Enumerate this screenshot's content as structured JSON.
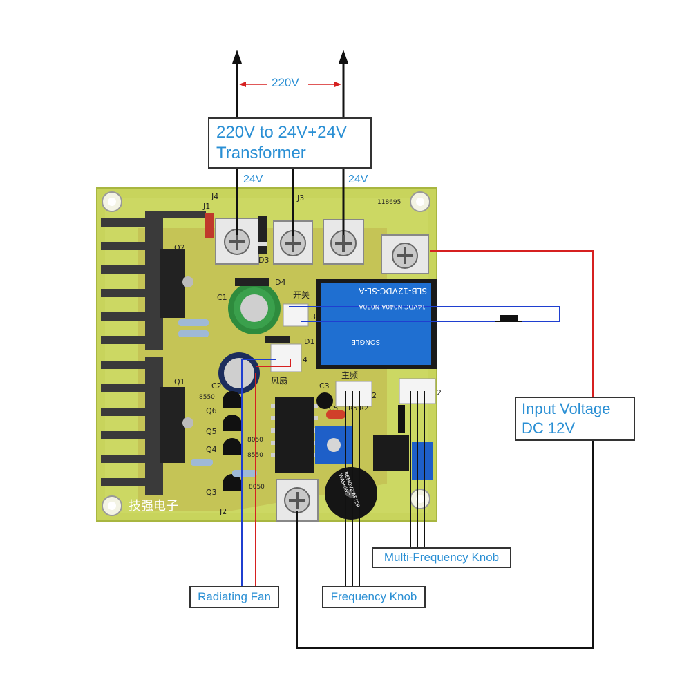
{
  "colors": {
    "accent_text": "#2a8fd4",
    "wire_red": "#d62020",
    "wire_blue": "#1f3fd0",
    "pcb": "#c9d65a",
    "heatsink": "#3a3a3a"
  },
  "top_voltage": "220V",
  "transformer": {
    "line1": "220V to 24V+24V",
    "line2": "Transformer"
  },
  "tap_left": "24V",
  "tap_right": "24V",
  "input_voltage": {
    "line1": "Input Voltage",
    "line2": "DC 12V"
  },
  "labels": {
    "multi_frequency_knob": "Multi-Frequency Knob",
    "radiating_fan": "Radiating Fan",
    "frequency_knob": "Frequency Knob"
  },
  "board": {
    "relay_line1": "SLB-12VDC-SL-A",
    "relay_line2": "14VDC  N040A  N030A",
    "relay_brand": "SONGLE",
    "brand": "技强电子",
    "switch": "开关",
    "fan": "风扇",
    "main_freq": "主频",
    "id": "118695",
    "refs": [
      "J1",
      "J2",
      "J3",
      "J4",
      "D1",
      "D3",
      "D4",
      "C1",
      "C2",
      "C3",
      "Q1",
      "Q2",
      "Q3",
      "Q4",
      "Q5",
      "Q6",
      "R2",
      "R5",
      "C5",
      "4",
      "3",
      "2",
      "2"
    ],
    "transistor_codes": [
      "8550",
      "8050",
      "8550",
      "8050"
    ],
    "buzzer_text": "REMOVE AFTER WASHING"
  }
}
